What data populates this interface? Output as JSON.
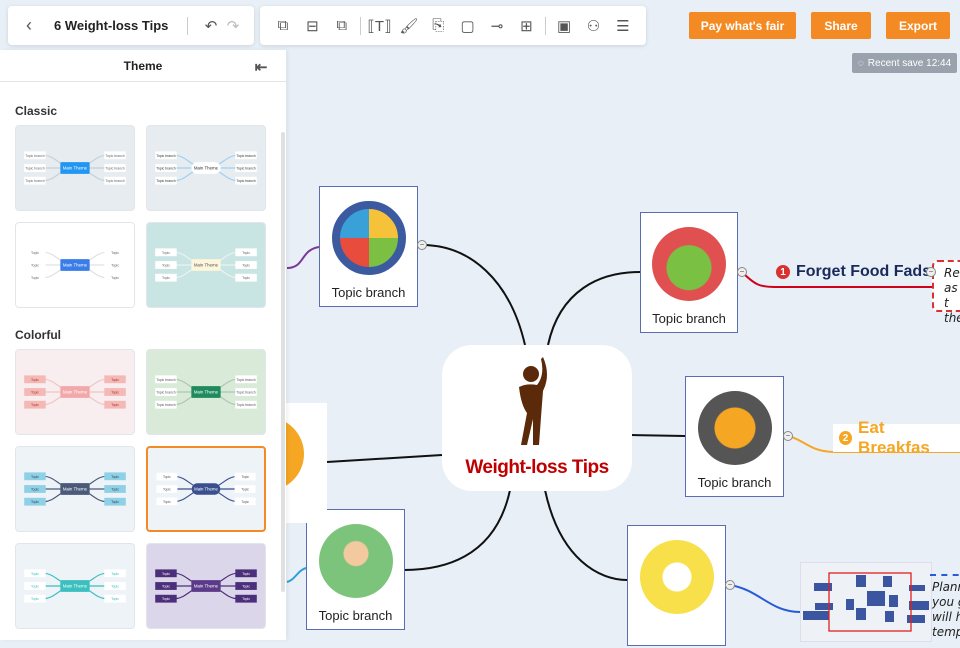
{
  "header": {
    "back_icon": "chevron-left-icon",
    "title": "6 Weight-loss Tips",
    "undo_icon": "undo-icon",
    "redo_icon": "redo-icon"
  },
  "toolbar": {
    "icons": [
      "add-topic-icon",
      "add-subtopic-icon",
      "add-floating-topic-icon",
      "text-icon",
      "format-painter-icon",
      "attachment-icon",
      "boundary-icon",
      "relationship-icon",
      "layout-icon",
      "save-icon",
      "collaborate-icon",
      "history-icon"
    ]
  },
  "actions": {
    "pay": "Pay what's fair",
    "share": "Share",
    "export": "Export",
    "accent": "#f48a24"
  },
  "save_status": "Recent save 12:44",
  "sidebar": {
    "title": "Theme",
    "collapse_icon": "collapse-panel-icon",
    "sections": {
      "classic": "Classic",
      "colorful": "Colorful"
    },
    "themes": [
      {
        "bg": "#e6ecef",
        "center": "#2196f3",
        "ctext": "#ffffff",
        "node": "#ffffff",
        "ntext": "#666",
        "line": "#c5d0d8",
        "main": "Main Theme",
        "topic": "Topic branch"
      },
      {
        "bg": "#e6ecef",
        "center": "#ffffff",
        "ctext": "#333",
        "node": "#ffffff",
        "ntext": "#333",
        "line": "#9fd0f0",
        "main": "Main Theme",
        "topic": "Topic branch"
      },
      {
        "bg": "#ffffff",
        "center": "#3b7de8",
        "ctext": "#ffffff",
        "node": "#ffffff",
        "ntext": "#666",
        "line": "#e0e0e0",
        "main": "Main Theme",
        "topic": "Topic"
      },
      {
        "bg": "#c9e5e3",
        "center": "#fdf5dc",
        "ctext": "#555",
        "node": "#ffffff",
        "ntext": "#666",
        "line": "#e8f3f2",
        "main": "Main Theme",
        "topic": "Topic"
      },
      {
        "bg": "#f8eef0",
        "center": "#f2a8a8",
        "ctext": "#ffffff",
        "node": "#f4b9b4",
        "ntext": "#a33",
        "line": "#f2c4c0",
        "main": "Main Theme",
        "topic": "Topic"
      },
      {
        "bg": "#d9ead8",
        "center": "#1f8a5e",
        "ctext": "#ffffff",
        "node": "#ffffff",
        "ntext": "#555",
        "line": "#a9c9b0",
        "main": "Main Theme",
        "topic": "Topic branch"
      },
      {
        "bg": "#eef3f8",
        "center": "#4a5a78",
        "ctext": "#ffffff",
        "node": "#8ed0e6",
        "ntext": "#345",
        "line": "#4a5a78",
        "main": "Main Theme",
        "topic": "Topic"
      },
      {
        "bg": "#eef3f8",
        "center": "#3a4f8e",
        "ctext": "#ffffff",
        "node": "#ffffff",
        "ntext": "#555",
        "line": "#3a4f8e",
        "main": "Main Theme",
        "topic": "Topic",
        "selected": true
      },
      {
        "bg": "#eef3f8",
        "center": "#3bbfbf",
        "ctext": "#ffffff",
        "node": "#ffffff",
        "ntext": "#3bbfbf",
        "line": "#3bbfbf",
        "main": "Main Theme",
        "topic": "Topic"
      },
      {
        "bg": "#dcd6ea",
        "center": "#5b3a8a",
        "ctext": "#ffffff",
        "node": "#4b2f7a",
        "ntext": "#ffffff",
        "line": "#4b2f7a",
        "main": "Main Theme",
        "topic": "Topic"
      }
    ]
  },
  "canvas": {
    "central": {
      "title": "Weight-loss Tips",
      "icon": "stretching-person-icon"
    },
    "topics": [
      {
        "label": "Topic branch",
        "icon": "healthy-plate-icon"
      },
      {
        "label": "Topic branch",
        "icon": "apple-icon"
      },
      {
        "label": "Topic branch",
        "icon": "breakfast-cloche-icon"
      },
      {
        "label": "Topic branch",
        "icon": "exercising-man-icon"
      },
      {
        "label": "",
        "icon": "clipboard-plan-icon"
      }
    ],
    "subtopics": [
      {
        "num": "1",
        "label": "Forget Food Fads",
        "color": "#cc1f1f"
      },
      {
        "num": "2",
        "label": "Eat Breakfas",
        "color": "#f5a623"
      }
    ],
    "notes": {
      "n1": [
        "Ref",
        "as t",
        "the"
      ],
      "n2": [
        "Plann",
        "you g",
        "will h",
        "temp"
      ]
    }
  }
}
